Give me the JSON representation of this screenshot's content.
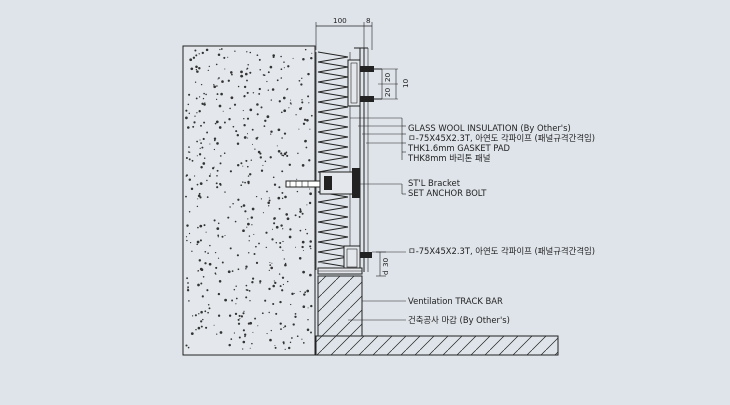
{
  "colors": {
    "background": "#dfe4ea",
    "concrete": "#e4e8ec",
    "line": "#222222"
  },
  "dimensions": {
    "top_width_100": "100",
    "top_width_8": "8",
    "v20a": "20",
    "v20b": "20",
    "v10": "10",
    "v30": "30",
    "phi": "d"
  },
  "labels": {
    "glass_wool": "GLASS WOOL INSULATION (By Other's)",
    "pipe_top": "ㅁ-75X45X2.3T, 아연도 각파이프 (패널규격간격임)",
    "gasket": "THK1.6mm GASKET PAD",
    "panel": "THK8mm 바리톤 패널",
    "bracket": "ST'L Bracket",
    "anchor": "SET ANCHOR BOLT",
    "pipe_bottom": "ㅁ-75X45X2.3T, 아연도 각파이프 (패널규격간격임)",
    "track_bar": "Ventilation TRACK BAR",
    "finish": "건축공사 마감 (By Other's)"
  }
}
